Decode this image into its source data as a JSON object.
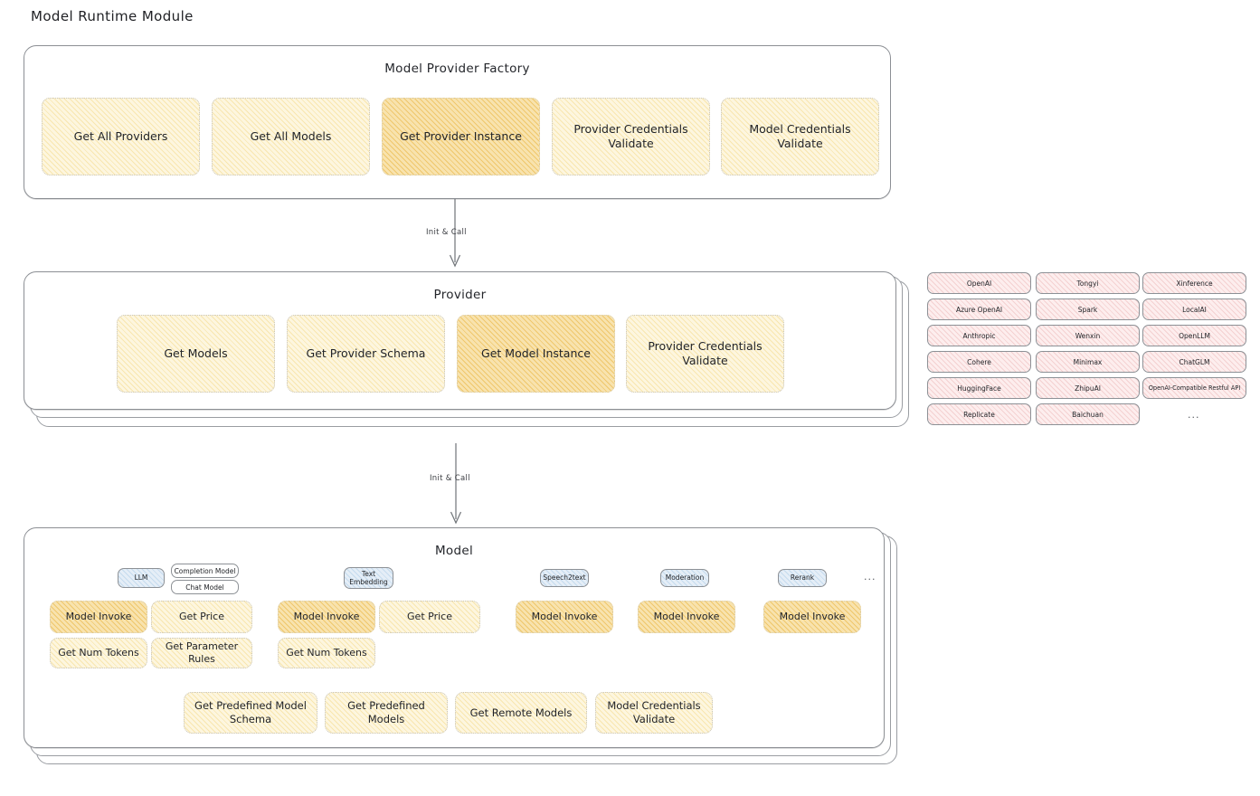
{
  "page": {
    "title": "Model Runtime Module"
  },
  "factory": {
    "title": "Model Provider Factory",
    "items": [
      {
        "label": "Get All Providers",
        "highlight": false
      },
      {
        "label": "Get All Models",
        "highlight": false
      },
      {
        "label": "Get Provider Instance",
        "highlight": true
      },
      {
        "label": "Provider Credentials Validate",
        "highlight": false
      },
      {
        "label": "Model Credentials Validate",
        "highlight": false
      }
    ]
  },
  "arrows": [
    {
      "label": "Init & Call"
    },
    {
      "label": "Init & Call"
    }
  ],
  "provider": {
    "title": "Provider",
    "items": [
      {
        "label": "Get Models",
        "highlight": false
      },
      {
        "label": "Get Provider Schema",
        "highlight": false
      },
      {
        "label": "Get Model Instance",
        "highlight": true
      },
      {
        "label": "Provider Credentials Validate",
        "highlight": false
      }
    ]
  },
  "provider_list": {
    "columns": [
      [
        "OpenAI",
        "Azure OpenAI",
        "Anthropic",
        "Cohere",
        "HuggingFace",
        "Replicate"
      ],
      [
        "Tongyi",
        "Spark",
        "Wenxin",
        "Minimax",
        "ZhipuAI",
        "Baichuan"
      ],
      [
        "Xinference",
        "LocalAI",
        "OpenLLM",
        "ChatGLM",
        "OpenAI-Compatible Restful API"
      ]
    ],
    "more": "..."
  },
  "model": {
    "title": "Model",
    "more": "...",
    "types": [
      {
        "name": "LLM",
        "subtypes": [
          "Completion Model",
          "Chat Model"
        ],
        "functions": [
          {
            "label": "Model Invoke",
            "highlight": true
          },
          {
            "label": "Get Price",
            "highlight": false
          },
          {
            "label": "Get Num Tokens",
            "highlight": false
          },
          {
            "label": "Get Parameter Rules",
            "highlight": false
          }
        ]
      },
      {
        "name": "Text Embedding",
        "subtypes": [],
        "functions": [
          {
            "label": "Model Invoke",
            "highlight": true
          },
          {
            "label": "Get Price",
            "highlight": false
          },
          {
            "label": "Get Num Tokens",
            "highlight": false
          }
        ]
      },
      {
        "name": "Speech2text",
        "subtypes": [],
        "functions": [
          {
            "label": "Model Invoke",
            "highlight": true
          }
        ]
      },
      {
        "name": "Moderation",
        "subtypes": [],
        "functions": [
          {
            "label": "Model Invoke",
            "highlight": true
          }
        ]
      },
      {
        "name": "Rerank",
        "subtypes": [],
        "functions": [
          {
            "label": "Model Invoke",
            "highlight": true
          }
        ]
      }
    ],
    "common_functions": [
      {
        "label": "Get Predefined Model Schema"
      },
      {
        "label": "Get Predefined Models"
      },
      {
        "label": "Get Remote Models"
      },
      {
        "label": "Model Credentials Validate"
      }
    ]
  },
  "colors": {
    "amber_fill": "#fdf6df",
    "amber_highlight": "#f8e3ae",
    "blue_chip": "#e5eef7",
    "pink_chip": "#fdeeee",
    "stroke": "#8c8f94",
    "text": "#222428"
  }
}
